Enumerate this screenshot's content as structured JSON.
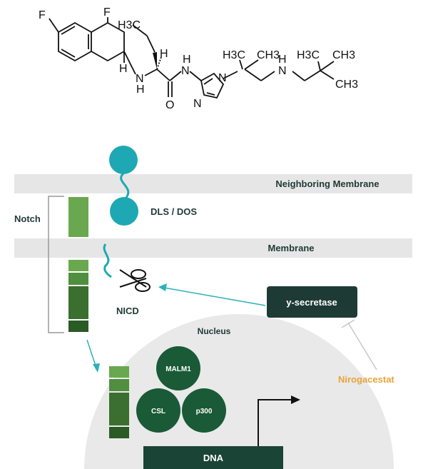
{
  "structure": {
    "atoms": {
      "f_left": "F",
      "f_right": "F",
      "h3c_methyl": "H3C",
      "h_wedge": "H",
      "h_stereo": "H",
      "n_amine": "N",
      "h_amine": "H",
      "n_amide": "N",
      "h_amide": "H",
      "o_carbonyl": "O",
      "n_imidazole_bottom": "N",
      "n_imidazole_top": "N",
      "h3c_gem1": "H3C",
      "ch3_gem1": "CH3",
      "h_nh": "H",
      "n_nh": "N",
      "h3c_tbutyl": "H3C",
      "ch3_tbutyl_top": "CH3",
      "ch3_tbutyl_bottom": "CH3"
    }
  },
  "diagram": {
    "neighboring_membrane_label": "Neighboring Membrane",
    "membrane_label": "Membrane",
    "notch_label": "Notch",
    "ligand_label": "DLS / DOS",
    "nicd_label": "NICD",
    "enzyme_label": "y-secretase",
    "drug_label": "Nirogacestat",
    "nucleus_label": "Nucleus",
    "dna_label": "DNA",
    "complex": {
      "top": "MALM1",
      "left": "CSL",
      "right": "p300"
    }
  },
  "colors": {
    "teal": "#1ea8b3",
    "membrane_gray": "#e6e6e6",
    "nucleus_gray": "#e9e9e9",
    "dark_green": "#1a5a36",
    "light_green": "#6aa84f",
    "mid_green": "#3d7d35",
    "deep_green": "#2a5a26",
    "enzyme_dark": "#1e3a34",
    "drug_orange": "#e8a43a",
    "arrow_teal": "#2bb0bb"
  }
}
